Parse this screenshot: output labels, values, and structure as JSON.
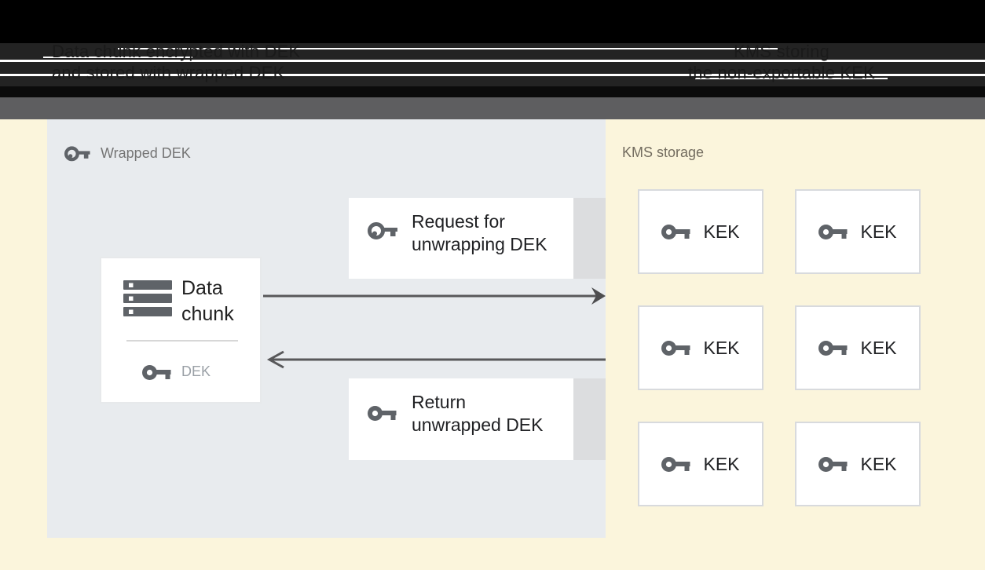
{
  "header": {
    "caption_left": {
      "line1": "Data chunk encrypted with DEK",
      "line2": "and stored with wrapped DEK"
    },
    "caption_right": {
      "line1": "KMS storing",
      "line2": "the non-exportable KEK"
    }
  },
  "wrapped_dek_panel": {
    "title": "Wrapped DEK",
    "data_chunk_box": {
      "label_line1": "Data",
      "label_line2": "chunk",
      "key_label": "DEK"
    },
    "request_box": {
      "label_line1": "Request for",
      "label_line2": "unwrapping DEK"
    },
    "return_box": {
      "label_line1": "Return",
      "label_line2": "unwrapped DEK"
    }
  },
  "kms_panel": {
    "title": "KMS storage",
    "keks": [
      {
        "label": "KEK"
      },
      {
        "label": "KEK"
      },
      {
        "label": "KEK"
      },
      {
        "label": "KEK"
      },
      {
        "label": "KEK"
      },
      {
        "label": "KEK"
      }
    ]
  },
  "icons": {
    "wrapped_dek": "key-outline-icon",
    "request": "key-outline-icon",
    "data_chunk": "storage-icon",
    "dek": "key-solid-icon",
    "return": "key-solid-icon",
    "kek": "key-solid-icon"
  },
  "arrows": {
    "to_kms": "request-arrow-right",
    "from_kms": "return-arrow-left"
  },
  "colors": {
    "background": "#FBF5DC",
    "panel_blue": "#E8EBEE",
    "header_black": "#000000",
    "header_charcoal": "#232323",
    "header_gray_strip": "#5E5E60",
    "glitch_stripe": "#FFFFFF",
    "icon_gray": "#5F6368",
    "text_dark": "#202124",
    "panel_label_gray": "#757575",
    "dek_label_gray": "#9AA0A6",
    "kms_label_gray": "#726C5F",
    "arrow_gray": "#58585A",
    "box_border": "#D8DADD",
    "box_shadow_gray": "#DCDDDF"
  }
}
